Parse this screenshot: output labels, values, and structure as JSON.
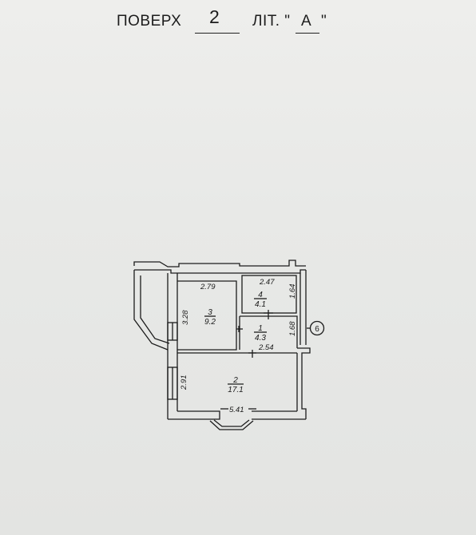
{
  "header": {
    "floor_label": "ПОВЕРХ",
    "floor_value": "2",
    "letter_label": "ЛІТ. \"",
    "letter_value": "А",
    "letter_close": "\""
  },
  "plan": {
    "rooms": [
      {
        "number": "1",
        "area": "4.3"
      },
      {
        "number": "2",
        "area": "17.1"
      },
      {
        "number": "3",
        "area": "9.2"
      },
      {
        "number": "4",
        "area": "4.1"
      }
    ],
    "dimensions": {
      "room3_width": "2.79",
      "room3_height": "3.28",
      "room4_width": "2.47",
      "room4_height": "1.64",
      "room1_height": "1.68",
      "room1_width": "2.54",
      "room2_height": "2.91",
      "room2_width": "5.41"
    },
    "marker": "6"
  }
}
